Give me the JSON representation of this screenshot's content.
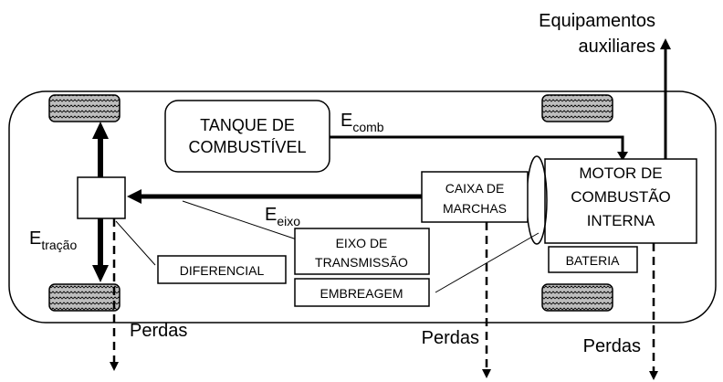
{
  "labels": {
    "auxiliary_equipment_line1": "Equipamentos",
    "auxiliary_equipment_line2": "auxiliares",
    "fuel_tank_line1": "TANQUE DE",
    "fuel_tank_line2": "COMBUSTÍVEL",
    "e_comb_main": "E",
    "e_comb_sub": "comb",
    "engine_line1": "MOTOR DE",
    "engine_line2": "COMBUSTÃO",
    "engine_line3": "INTERNA",
    "gearbox_line1": "CAIXA DE",
    "gearbox_line2": "MARCHAS",
    "e_eixo_main": "E",
    "e_eixo_sub": "eixo",
    "e_tracao_main": "E",
    "e_tracao_sub": "tração",
    "driveshaft_line1": "EIXO DE",
    "driveshaft_line2": "TRANSMISSÃO",
    "clutch": "EMBREAGEM",
    "differential": "DIFERENCIAL",
    "battery": "BATERIA",
    "losses_left": "Perdas",
    "losses_center": "Perdas",
    "losses_right": "Perdas"
  },
  "colors": {
    "stroke": "#000000",
    "tire_fill": "#bdbdbd",
    "background": "#ffffff"
  }
}
